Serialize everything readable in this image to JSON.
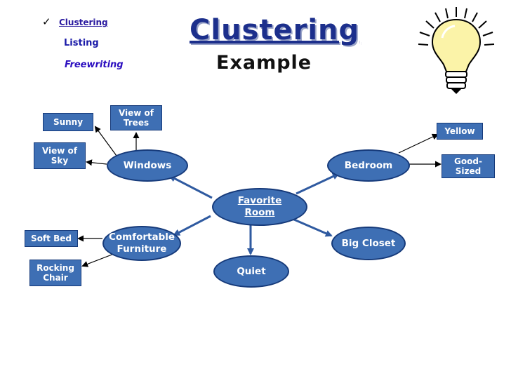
{
  "menu": {
    "check_icon": "checkmark-icon",
    "items": [
      "Clustering",
      "Listing",
      "Freewriting"
    ]
  },
  "title": "Clustering",
  "subtitle": "Example",
  "bulb_icon": "light-bulb-icon",
  "diagram": {
    "center": "Favorite\nRoom",
    "branches": {
      "windows": "Windows",
      "bedroom": "Bedroom",
      "furniture": "Comfortable\nFurniture",
      "closet": "Big Closet",
      "quiet": "Quiet"
    },
    "leaves": {
      "sunny": "Sunny",
      "trees": "View of\nTrees",
      "sky": "View of\nSky",
      "yellow": "Yellow",
      "good_sized": "Good-\nSized",
      "soft_bed": "Soft Bed",
      "rocking_chair": "Rocking\nChair"
    }
  },
  "colors": {
    "node_fill": "#3e6fb4",
    "node_border": "#163a7a",
    "title": "#1c2f8c",
    "menu": "#1a1aa8"
  }
}
